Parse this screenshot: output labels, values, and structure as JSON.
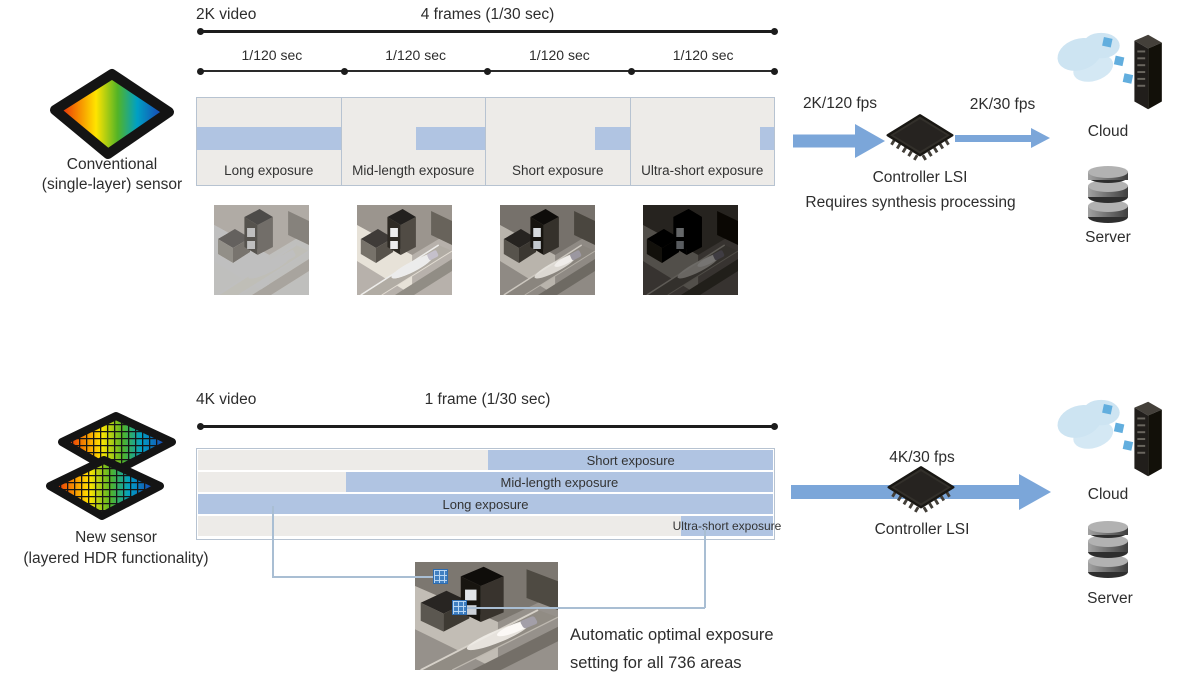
{
  "colors": {
    "bar_blue": "#b0c4e2",
    "box_gray": "#edebe8",
    "arrow_blue": "#7ba6d9",
    "box_border": "#b7c3d1",
    "callout_line": "#a9bed3",
    "marker_blue": "#3f7fc1",
    "text": "#2d2d2d"
  },
  "top": {
    "sensor": {
      "line1": "Conventional",
      "line2": "(single-layer) sensor"
    },
    "video_label": "2K video",
    "frame_label": "4 frames (1/30 sec)",
    "intervals": [
      "1/120 sec",
      "1/120 sec",
      "1/120 sec",
      "1/120 sec"
    ],
    "exposures": [
      {
        "label": "Long exposure",
        "band_start_pct": 0
      },
      {
        "label": "Mid-length exposure",
        "band_start_pct": 52
      },
      {
        "label": "Short exposure",
        "band_start_pct": 76
      },
      {
        "label": "Ultra-short exposure",
        "band_start_pct": 90
      }
    ],
    "rate_in": "2K/120 fps",
    "chip_label": "Controller LSI",
    "chip_note": "Requires synthesis processing",
    "rate_out": "2K/30 fps",
    "cloud_label": "Cloud",
    "server_label": "Server"
  },
  "bottom": {
    "sensor": {
      "line1": "New sensor",
      "line2": "(layered HDR functionality)"
    },
    "video_label": "4K video",
    "frame_label": "1 frame  (1/30 sec)",
    "bars": [
      {
        "label": "Short exposure",
        "start_pct": 50.5
      },
      {
        "label": "Mid-length exposure",
        "start_pct": 25.7
      },
      {
        "label": "Long exposure",
        "start_pct": 0
      },
      {
        "label": "Ultra-short exposure",
        "start_pct": 84
      }
    ],
    "rate": "4K/30 fps",
    "chip_label": "Controller LSI",
    "cloud_label": "Cloud",
    "server_label": "Server",
    "note_line1": "Automatic optimal exposure",
    "note_line2": "setting for all 736 areas"
  }
}
